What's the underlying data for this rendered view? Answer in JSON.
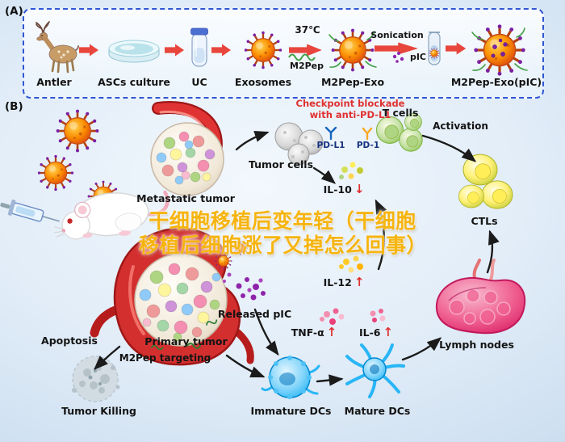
{
  "figure": {
    "panel_a": {
      "tag": "(A)",
      "steps": [
        {
          "label": "Antler"
        },
        {
          "label": "ASCs culture"
        },
        {
          "label": "UC"
        },
        {
          "label": "Exosomes"
        },
        {
          "label": "M2Pep-Exo"
        },
        {
          "label": "M2Pep-Exo(pIC)"
        }
      ],
      "annotations": {
        "temperature": "37℃",
        "m2pep": "M2Pep",
        "sonication": "Sonication",
        "pic": "pIC"
      }
    },
    "panel_b": {
      "tag": "(B)",
      "checkpoint_note_line1": "Checkpoint blockade",
      "checkpoint_note_line2": "with anti-PD-L1",
      "labels": {
        "t_cells": "T cells",
        "activation": "Activation",
        "tumor_cells": "Tumor cells",
        "pd_l1": "PD-L1",
        "pd_1": "PD-1",
        "metastatic_tumor": "Metastatic tumor",
        "ctls": "CTLs",
        "released_pic": "Released pIC",
        "lymph_nodes": "Lymph nodes",
        "apoptosis": "Apoptosis",
        "primary_tumor": "Primary tumor",
        "m2pep_targeting": "M2Pep targeting",
        "tumor_killing": "Tumor Killing",
        "immature_dcs": "Immature DCs",
        "mature_dcs": "Mature DCs"
      },
      "cytokines": {
        "il10": {
          "name": "IL-10",
          "direction": "↓"
        },
        "il12": {
          "name": "IL-12",
          "direction": "↑"
        },
        "tnfa": {
          "name": "TNF-α",
          "direction": "↑"
        },
        "il6": {
          "name": "IL-6",
          "direction": "↑"
        }
      }
    },
    "watermark": "干细胞移植后变年轻（干细胞移植后细胞涨了又掉怎么回事）",
    "colors": {
      "checkpoint_red": "#e03131",
      "cytokine_arrow_red": "#e03131",
      "watermark_gold": "#f6b40e",
      "panel_border_blue": "#3056d3",
      "exosome_orange": "#fb8c00",
      "vessel_red": "#d32f2f",
      "pic_purple": "#8e24aa",
      "dc_blue": "#29b6f6",
      "lymph_pink": "#e91e63"
    }
  }
}
